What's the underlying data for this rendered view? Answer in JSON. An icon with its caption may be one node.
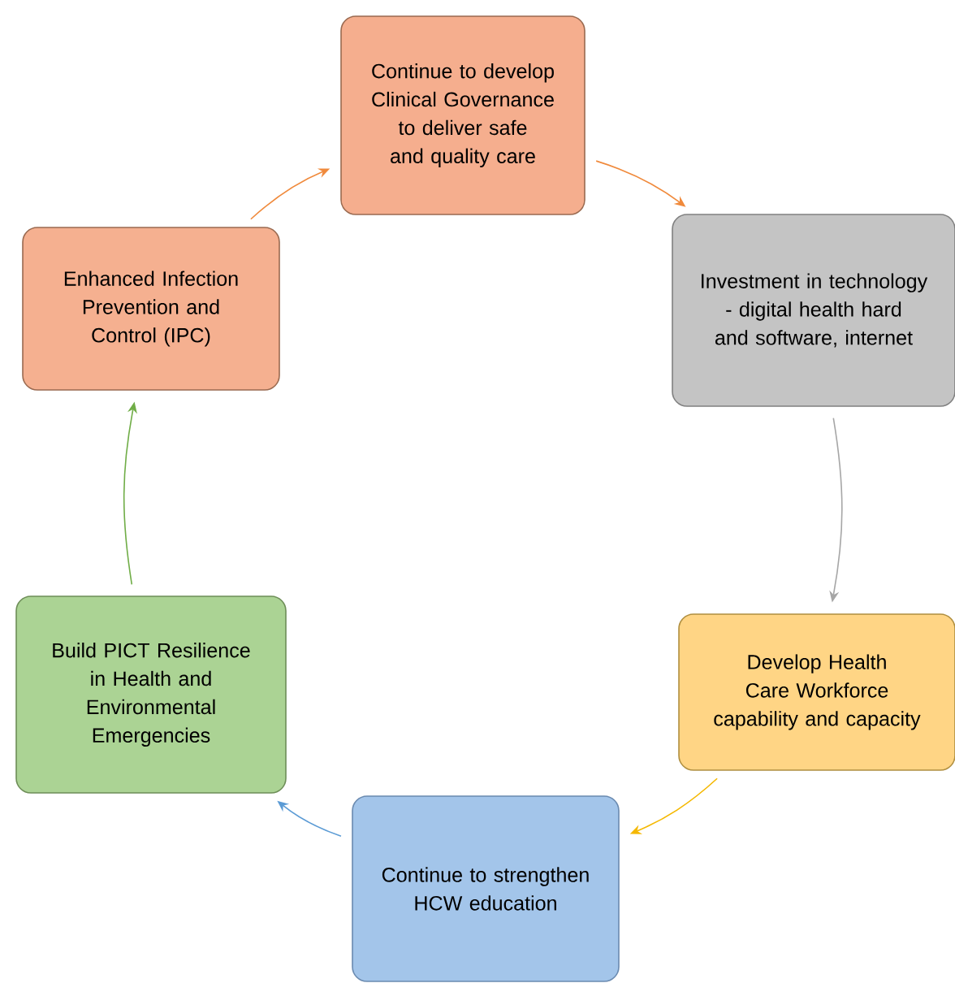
{
  "diagram": {
    "nodes": [
      {
        "text": [
          "Continue to develop Clinical Governance to deliver safe and quality care"
        ]
      },
      {
        "text": [
          "Investment in technology  - digital health hard and software, internet"
        ]
      },
      {
        "text": [
          "Develop Health Care Workforce capability and capacity"
        ]
      },
      {
        "text": [
          "Continue to strengthen HCW education"
        ]
      },
      {
        "text": [
          "Build PICT Resilience in Health and Environmental Emergencies"
        ]
      },
      {
        "text": [
          "Enhanced Infection Prevention and Control (IPC)"
        ]
      }
    ],
    "edges": [
      {
        "from": 0,
        "to": 1,
        "arrow": "to",
        "color": "#f08a3c"
      },
      {
        "from": 1,
        "to": 2,
        "arrow": "to",
        "color": "#a6a6a6"
      },
      {
        "from": 2,
        "to": 3,
        "arrow": "to",
        "color": "#f5b800"
      },
      {
        "from": 3,
        "to": 4,
        "arrow": "to",
        "color": "#5b9bd5"
      },
      {
        "from": 4,
        "to": 5,
        "arrow": "to",
        "color": "#70ad47"
      },
      {
        "from": 5,
        "to": 0,
        "arrow": "to",
        "color": "#f08a3c"
      }
    ]
  }
}
